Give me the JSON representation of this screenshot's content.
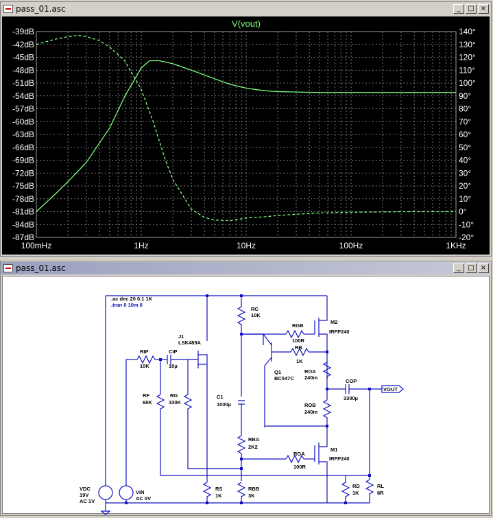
{
  "plot_window": {
    "title": "pass_01.asc",
    "trace_label": "V(vout)",
    "buttons": {
      "minimize": "_",
      "restore": "□",
      "close": "×"
    }
  },
  "schematic_window": {
    "title": "pass_01.asc",
    "buttons": {
      "minimize": "_",
      "restore": "□",
      "close": "×"
    }
  },
  "chart_data": {
    "type": "line",
    "title": "V(vout)",
    "x_scale": "log",
    "x_ticks": [
      "100mHz",
      "1Hz",
      "10Hz",
      "100Hz",
      "1KHz"
    ],
    "x_tick_values": [
      0.1,
      1,
      10,
      100,
      1000
    ],
    "xlim": [
      0.1,
      1000
    ],
    "y_left_ticks": [
      "-39dB",
      "-42dB",
      "-45dB",
      "-48dB",
      "-51dB",
      "-54dB",
      "-57dB",
      "-60dB",
      "-63dB",
      "-66dB",
      "-69dB",
      "-72dB",
      "-75dB",
      "-78dB",
      "-81dB",
      "-84dB",
      "-87dB"
    ],
    "y_left_lim": [
      -87,
      -39
    ],
    "y_right_ticks": [
      "140°",
      "130°",
      "120°",
      "110°",
      "100°",
      "90°",
      "80°",
      "70°",
      "60°",
      "50°",
      "40°",
      "30°",
      "20°",
      "10°",
      "0°",
      "-10°",
      "-20°"
    ],
    "y_right_lim": [
      -20,
      140
    ],
    "grid": true,
    "series": [
      {
        "axis": "left",
        "style": "solid",
        "color": "#7fff7f",
        "x": [
          0.1,
          0.15,
          0.2,
          0.3,
          0.5,
          0.7,
          1.0,
          1.2,
          1.5,
          2,
          3,
          5,
          7,
          10,
          15,
          20,
          30,
          50,
          100,
          300,
          1000
        ],
        "y": [
          -81,
          -77,
          -74,
          -69.5,
          -61.5,
          -54,
          -47.5,
          -45.8,
          -45.8,
          -46.5,
          -48,
          -50,
          -51.3,
          -52.2,
          -52.8,
          -53,
          -53.1,
          -53.2,
          -53.2,
          -53.2,
          -53.2
        ]
      },
      {
        "axis": "right",
        "style": "dashed",
        "color": "#7fff7f",
        "x": [
          0.1,
          0.15,
          0.2,
          0.25,
          0.3,
          0.4,
          0.5,
          0.7,
          1.0,
          1.3,
          1.7,
          2,
          3,
          4,
          5,
          7,
          10,
          15,
          20,
          30,
          50,
          100,
          300,
          1000
        ],
        "y": [
          130,
          134,
          136,
          137,
          136,
          133,
          128,
          117,
          95,
          70,
          40,
          25,
          2,
          -4.5,
          -6.5,
          -7,
          -5,
          -4,
          -3,
          -2,
          -1,
          -0.5,
          0,
          0
        ]
      }
    ]
  },
  "schematic": {
    "directives": [
      ".ac dec 20 0.1 1K",
      ".tran 0 10m 0"
    ],
    "net_label": "VOUT",
    "components": {
      "rc": [
        "RC",
        "10K"
      ],
      "rgb": [
        "RGB",
        "100R"
      ],
      "m2": [
        "M2",
        "IRFP240"
      ],
      "j1": [
        "J1",
        "LSK489A"
      ],
      "rb": [
        "RB",
        "1K"
      ],
      "rip": [
        "RIP",
        "10K"
      ],
      "cip": [
        "CIP",
        "10µ"
      ],
      "q1": [
        "Q1",
        "BC547C"
      ],
      "roa": [
        "ROA",
        "240m"
      ],
      "cop": [
        "COP",
        "3300µ"
      ],
      "rf": [
        "RF",
        "68K"
      ],
      "rg": [
        "RG",
        "330K"
      ],
      "c1": [
        "C1",
        "1000µ"
      ],
      "rob": [
        "ROB",
        "240m"
      ],
      "rba": [
        "RBA",
        "2K2"
      ],
      "rga": [
        "RGA",
        "100R"
      ],
      "m1": [
        "M1",
        "IRFP240"
      ],
      "vdc": [
        "VDC",
        "19V",
        "AC 1V"
      ],
      "vin": [
        "VIN",
        "AC 0V"
      ],
      "rs": [
        "RS",
        "1K"
      ],
      "rbb": [
        "RBB",
        "3K"
      ],
      "rd": [
        "RD",
        "1K"
      ],
      "rl": [
        "RL",
        "8R"
      ]
    }
  }
}
